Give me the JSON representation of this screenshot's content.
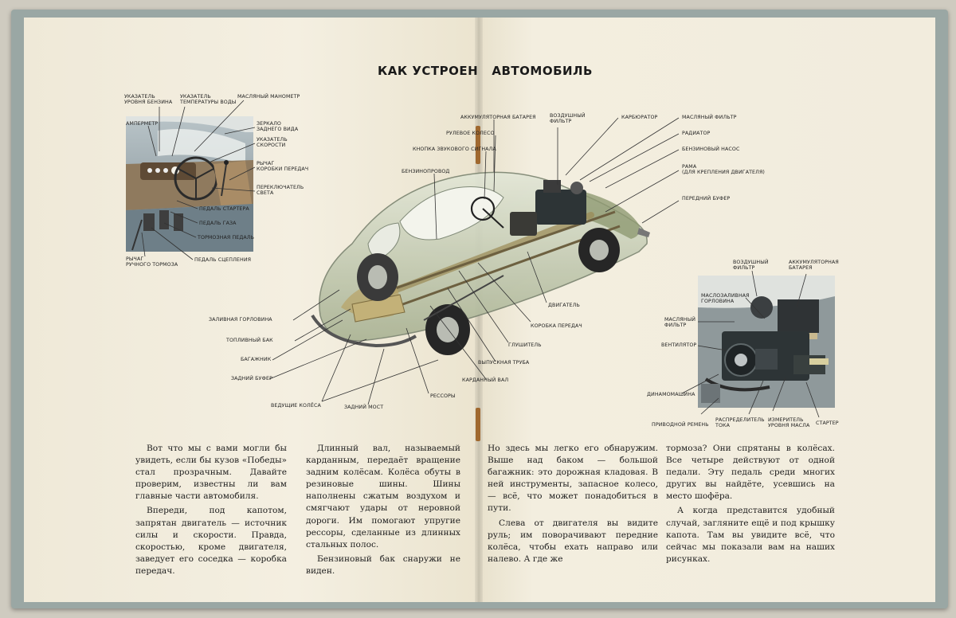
{
  "title": "КАК УСТРОЕН   АВТОМОБИЛЬ",
  "illustrations": {
    "interior_labels": [
      "УКАЗАТЕЛЬ\nУРОВНЯ БЕНЗИНА",
      "УКАЗАТЕЛЬ\nТЕМПЕРАТУРЫ ВОДЫ",
      "МАСЛЯНЫЙ МАНОМЕТР",
      "АМПЕРМЕТР",
      "ЗЕРКАЛО\nЗАДНЕГО ВИДА",
      "УКАЗАТЕЛЬ\nСКОРОСТИ",
      "РЫЧАГ\nКОРОБКИ ПЕРЕДАЧ",
      "ПЕРЕКЛЮЧАТЕЛЬ\nСВЕТА",
      "ПЕДАЛЬ СТАРТЕРА",
      "ПЕДАЛЬ ГАЗА",
      "ТОРМОЗНАЯ ПЕДАЛЬ",
      "ПЕДАЛЬ СЦЕПЛЕНИЯ",
      "РЫЧАГ\nРУЧНОГО ТОРМОЗА"
    ],
    "car_labels": [
      "АККУМУЛЯТОРНАЯ БАТАРЕЯ",
      "ВОЗДУШНЫЙ\nФИЛЬТР",
      "КАРБЮРАТОР",
      "МАСЛЯНЫЙ ФИЛЬТР",
      "РУЛЕВОЕ КОЛЕСО",
      "РАДИАТОР",
      "КНОПКА ЗВУКОВОГО СИГНАЛА",
      "БЕНЗИНОВЫЙ НАСОС",
      "РАМА\n(ДЛЯ КРЕПЛЕНИЯ ДВИГАТЕЛЯ)",
      "БЕНЗИНОПРОВОД",
      "ПЕРЕДНИЙ БУФЕР",
      "ДВИГАТЕЛЬ",
      "ЗАЛИВНАЯ ГОРЛОВИНА",
      "КОРОБКА ПЕРЕДАЧ",
      "ТОПЛИВНЫЙ БАК",
      "ГЛУШИТЕЛЬ",
      "БАГАЖНИК",
      "ВЫПУСКНАЯ ТРУБА",
      "ЗАДНИЙ БУФЕР",
      "КАРДАННЫЙ ВАЛ",
      "РЕССОРЫ",
      "ВЕДУЩИЕ КОЛЁСА",
      "ЗАДНИЙ МОСТ"
    ],
    "engine_labels": [
      "ВОЗДУШНЫЙ\nФИЛЬТР",
      "АККУМУЛЯТОРНАЯ\nБАТАРЕЯ",
      "МАСЛОЗАЛИВНАЯ\nГОРЛОВИНА",
      "МАСЛЯНЫЙ\nФИЛЬТР",
      "ВЕНТИЛЯТОР",
      "ДИНАМОМАШИНА",
      "ПРИВОДНОЙ РЕМЕНЬ",
      "РАСПРЕДЕЛИТЕЛЬ\nТОКА",
      "ИЗМЕРИТЕЛЬ\nУРОВНЯ МАСЛА",
      "СТАРТЕР"
    ]
  },
  "columns": [
    {
      "paragraphs": [
        "Вот что мы с вами могли бы увидеть, если бы кузов «Победы» стал прозрачным. Давайте проверим, известны ли вам главные части автомобиля.",
        "Впереди, под капотом, запрятан двигатель — источник силы и скорости. Правда, скоростью, кроме двигателя, заведует его соседка — коробка передач."
      ]
    },
    {
      "paragraphs": [
        "Длинный вал, называемый карданным, передаёт вращение задним колёсам. Колёса обуты в резиновые шины. Шины наполнены сжатым воздухом и смягчают удары от неровной дороги. Им помогают упругие рессоры, сделанные из длинных стальных полос.",
        "Бензиновый бак снаружи не виден."
      ]
    },
    {
      "paragraphs": [
        "Но здесь мы легко его обнаружим. Выше над баком — большой багажник: это дорожная кладовая. В ней инструменты, запасное колесо, — всё, что может понадобиться в пути.",
        "Слева от двигателя вы видите руль; им поворачивают передние колёса, чтобы ехать направо или налево. А где же"
      ]
    },
    {
      "paragraphs": [
        "тормоза? Они спрятаны в колёсах. Все четыре действуют от одной педали. Эту педаль среди многих других вы найдёте, усевшись на место шофёра.",
        "А когда представится удобный случай, загляните ещё и под крышку капота. Там вы увидите всё, что сейчас мы показали вам на наших рисунках."
      ]
    }
  ],
  "colors": {
    "paper": "#f3eedf",
    "cover": "#9aa7a4",
    "ink": "#1d1d1d",
    "car_body": "#c9d0b8",
    "engine_block": "#2d3436",
    "binding_stitch": "#a0682f"
  }
}
